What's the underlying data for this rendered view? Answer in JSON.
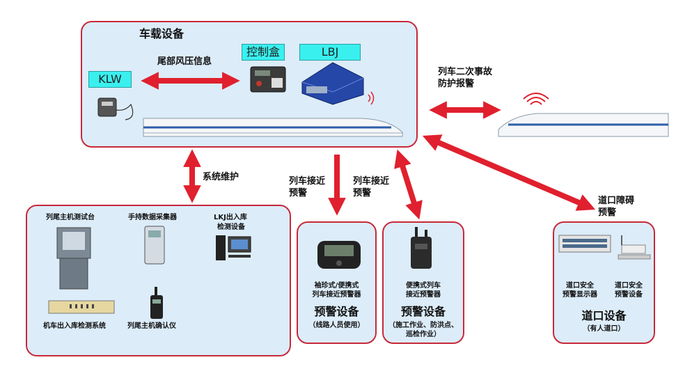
{
  "onboard": {
    "title": "车载设备",
    "tag_klw": "KLW",
    "tag_control_box": "控制盒",
    "tag_lbj": "LBJ",
    "airpressure_label": "尾部风压信息"
  },
  "secondary_alarm": {
    "line1": "列车二次事故",
    "line2": "防护报警"
  },
  "maintenance_label": "系统维护",
  "approach_left": {
    "line1": "列车接近",
    "line2": "预警"
  },
  "approach_right": {
    "line1": "列车接近",
    "line2": "预警"
  },
  "crossing_alarm": {
    "line1": "道口障碍",
    "line2": "预警"
  },
  "maintenance_box": {
    "item1": "列尾主机测试台",
    "item2": "手持数据采集器",
    "item3_line1": "LKJ出入库",
    "item3_line2": "检测设备",
    "item4": "机车出入库检测系统",
    "item5": "列尾主机确认仪"
  },
  "warning_box_1": {
    "device_line1": "袖珍式/便携式",
    "device_line2": "列车接近预警器",
    "title": "预警设备",
    "subtitle": "（线路人员使用）"
  },
  "warning_box_2": {
    "device_line1": "便携式列车",
    "device_line2": "接近预警器",
    "title": "预警设备",
    "subtitle_line1": "（施工作业、防洪点、",
    "subtitle_line2": "巡检作业）"
  },
  "crossing_box": {
    "device1_line1": "道口安全",
    "device1_line2": "预警显示器",
    "device2_line1": "道口安全",
    "device2_line2": "预警设备",
    "title": "道口设备",
    "subtitle": "（有人道口）"
  },
  "colors": {
    "border": "#c8283a",
    "box_fill": "#dcecf9",
    "arrow": "#e0202e",
    "tag": "#39f0ef"
  }
}
